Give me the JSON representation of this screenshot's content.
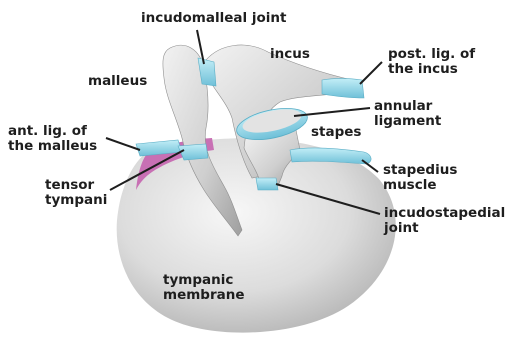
{
  "labels": {
    "incudomalleal_joint": "incudomalleal joint",
    "incus": "incus",
    "malleus": "malleus",
    "post_lig_incus": "post. lig. of\nthe incus",
    "annular_ligament": "annular\nligament",
    "stapes": "stapes",
    "ant_lig_malleus": "ant. lig. of\nthe malleus",
    "stapedius_muscle": "stapedius\nmuscle",
    "tensor_tympani": "tensor\ntympani",
    "incudostapedial_joint": "incudostapedial\njoint",
    "tympanic_membrane": "tympanic\nmembrane"
  },
  "colors": {
    "bone": "#d9d9d9",
    "ligament": "#8fd3e6",
    "muscle_band": "#c870b4",
    "leader_line": "#1e1e1e",
    "text": "#1e1e1e"
  }
}
